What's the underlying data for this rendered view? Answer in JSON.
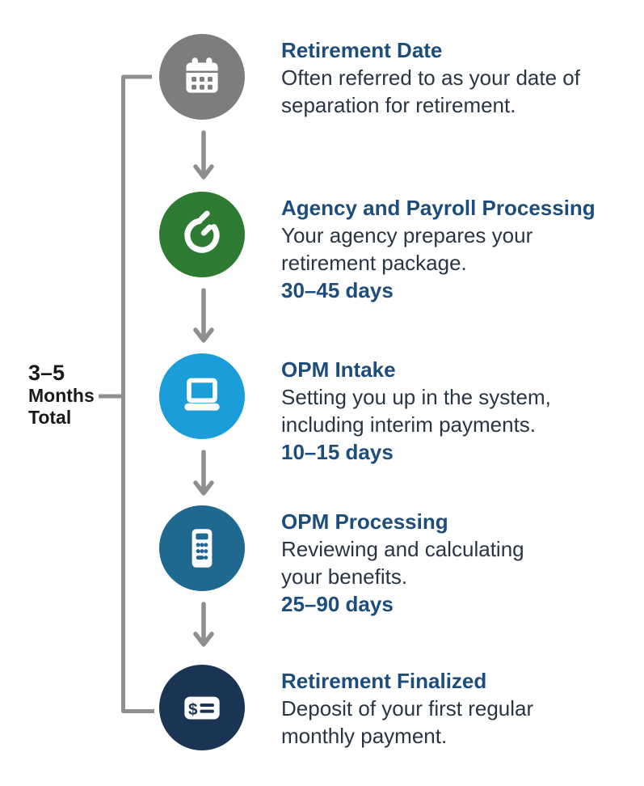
{
  "total": {
    "months_range": "3–5",
    "line2": "Months",
    "line3": "Total"
  },
  "steps": [
    {
      "title": "Retirement Date",
      "description_lines": [
        "Often referred to as your date of",
        "separation for retirement."
      ],
      "duration": "",
      "icon": "calendar-icon",
      "color": "#7d7d7d"
    },
    {
      "title": "Agency and Payroll Processing",
      "description_lines": [
        "Your agency prepares your",
        "retirement package."
      ],
      "duration": "30–45 days",
      "icon": "timer-icon",
      "color": "#2d7b33"
    },
    {
      "title": "OPM Intake",
      "description_lines": [
        "Setting you up in the system,",
        "including interim payments."
      ],
      "duration": "10–15 days",
      "icon": "laptop-icon",
      "color": "#1b9dd9"
    },
    {
      "title": "OPM Processing",
      "description_lines": [
        "Reviewing and calculating",
        "your benefits."
      ],
      "duration": "25–90 days",
      "icon": "calculator-icon",
      "color": "#1f6890"
    },
    {
      "title": "Retirement Finalized",
      "description_lines": [
        "Deposit of your first regular",
        "monthly payment."
      ],
      "duration": "",
      "icon": "money-check-icon",
      "color": "#1a3553"
    }
  ],
  "colors": {
    "title_text": "#1d4d7c",
    "body_text": "#2a3544",
    "duration_text": "#1d4d7c",
    "connector_gray": "#8f8f8f",
    "label_text": "#1a1a1a"
  }
}
